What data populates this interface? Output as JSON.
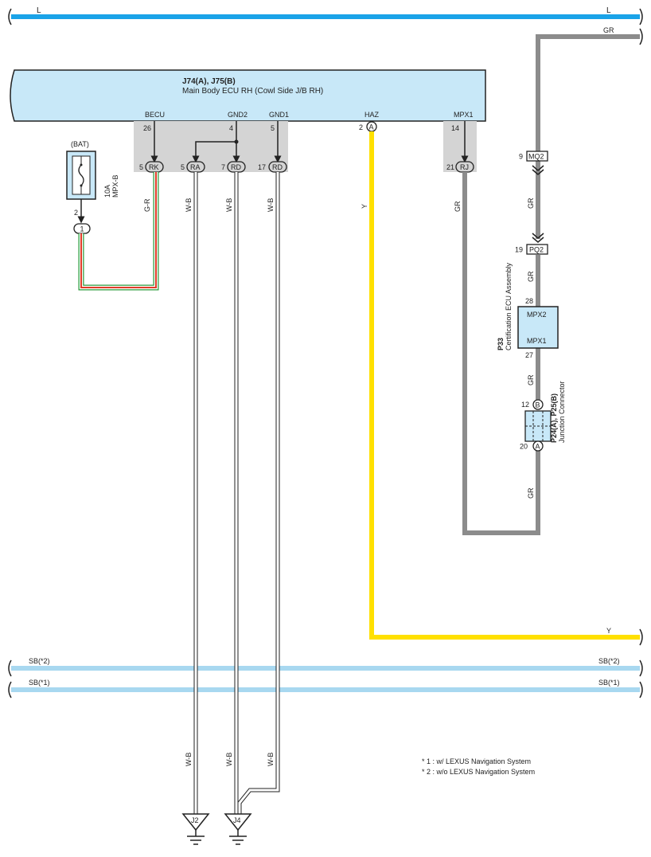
{
  "ecu": {
    "code": "J74(A), J75(B)",
    "name": "Main Body ECU RH (Cowl Side J/B RH)",
    "pins": {
      "becu": {
        "label": "BECU",
        "num": "26"
      },
      "gnd2": {
        "label": "GND2",
        "num": "4"
      },
      "gnd1": {
        "label": "GND1",
        "num": "5"
      },
      "haz": {
        "label": "HAZ",
        "num": "2",
        "conn": "A"
      },
      "mpx1": {
        "label": "MPX1",
        "num": "14"
      }
    }
  },
  "connectors": {
    "rk": {
      "label": "RK",
      "num": "5"
    },
    "ra": {
      "label": "RA",
      "num": "5"
    },
    "rd7": {
      "label": "RD",
      "num": "7"
    },
    "rd17": {
      "label": "RD",
      "num": "17"
    },
    "rj": {
      "label": "RJ",
      "num": "21"
    },
    "mq2": {
      "label": "MQ2",
      "num": "9"
    },
    "pq2": {
      "label": "PQ2",
      "num": "19"
    }
  },
  "fuse": {
    "source": "(BAT)",
    "rating": "10A",
    "name": "MPX-B",
    "pin": "2",
    "conn": "1"
  },
  "cert_ecu": {
    "code": "P33",
    "name": "Certification ECU Assembly",
    "pin_top_label": "MPX2",
    "pin_top_num": "28",
    "pin_bottom_label": "MPX1",
    "pin_bottom_num": "27"
  },
  "junction": {
    "code": "P24(A), P25(B)",
    "name": "Junction Connector",
    "top_conn": "B",
    "top_num": "12",
    "bottom_conn": "A",
    "bottom_num": "20"
  },
  "wires": {
    "top_bus": "L",
    "gr_top": "GR",
    "g_r": "G-R",
    "w_b": "W-B",
    "y": "Y",
    "gr": "GR",
    "sb2": "SB(*2)",
    "sb1": "SB(*1)"
  },
  "grounds": {
    "j2": "J2",
    "j4": "J4"
  },
  "notes": {
    "n1": "* 1 : w/ LEXUS Navigation System",
    "n2": "* 2 : w/o LEXUS Navigation System"
  },
  "colors": {
    "L": "#1aa3e8",
    "SB": "#a8d8f0",
    "Y": "#ffe000",
    "GR": "#8c8c8c",
    "G": "#2a9a3a",
    "R": "#e03c28",
    "ecu_fill": "#c8e8f8",
    "pin_bg": "#d4d4d4"
  }
}
